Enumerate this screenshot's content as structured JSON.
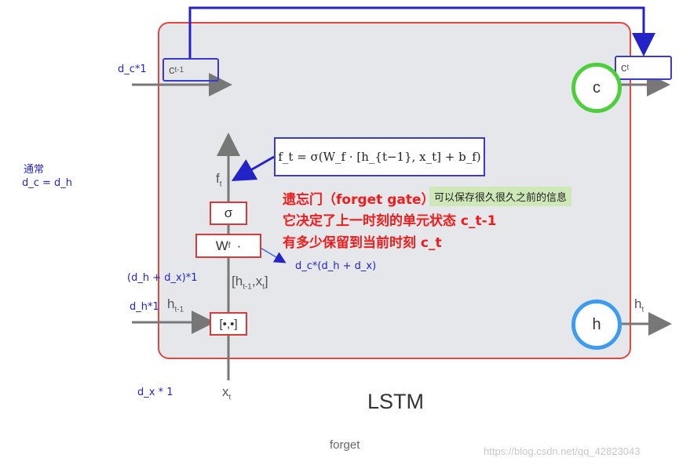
{
  "left_notes": {
    "dc1": "d_c*1",
    "usually": "通常",
    "dc_eq": "d_c = d_h",
    "dhdx": "(d_h + d_x)*1",
    "dh1": "d_h*1",
    "dx1": "d_x * 1"
  },
  "cell": {
    "c_prev_main": "c",
    "c_prev_sub": "t-1",
    "c_next_main": "c",
    "c_next_sub": "t",
    "c_circle": "c",
    "h_circle": "h",
    "h_out_main": "h",
    "h_out_sub": "t",
    "title": "LSTM"
  },
  "gates": {
    "ft_main": "f",
    "ft_sub": "t",
    "sigma": "σ",
    "wf_main": "W",
    "wf_sub": "f",
    "wf_dot": "·",
    "concat_label_a": "[h",
    "concat_label_sub1": "t-1",
    "concat_label_b": ",x",
    "concat_label_sub2": "t",
    "concat_label_c": "]",
    "concat_box": "[•,•]",
    "ht1_main": "h",
    "ht1_sub": "t-1",
    "xt_main": "x",
    "xt_sub": "t",
    "wf_dim": "d_c*(d_h + d_x)"
  },
  "formula": {
    "text": "f_t = σ(W_f · [h_{t−1}, x_t] + b_f)"
  },
  "annotations": {
    "line1": "遗忘门（forget gate）",
    "note": "可以保存很久很久之前的信息",
    "line2": "它决定了上一时刻的单元状态 c_t-1",
    "line3": "有多少保留到当前时刻 c_t"
  },
  "caption": "forget",
  "watermark": "https://blog.csdn.net/qq_42823043",
  "colors": {
    "box_fill": "#e6e7ea",
    "box_border": "#e3463f",
    "blue": "#2323c8",
    "red": "#ee1c1c",
    "green_circle": "#4ccf3a",
    "blue_circle": "#3d9cf0"
  }
}
